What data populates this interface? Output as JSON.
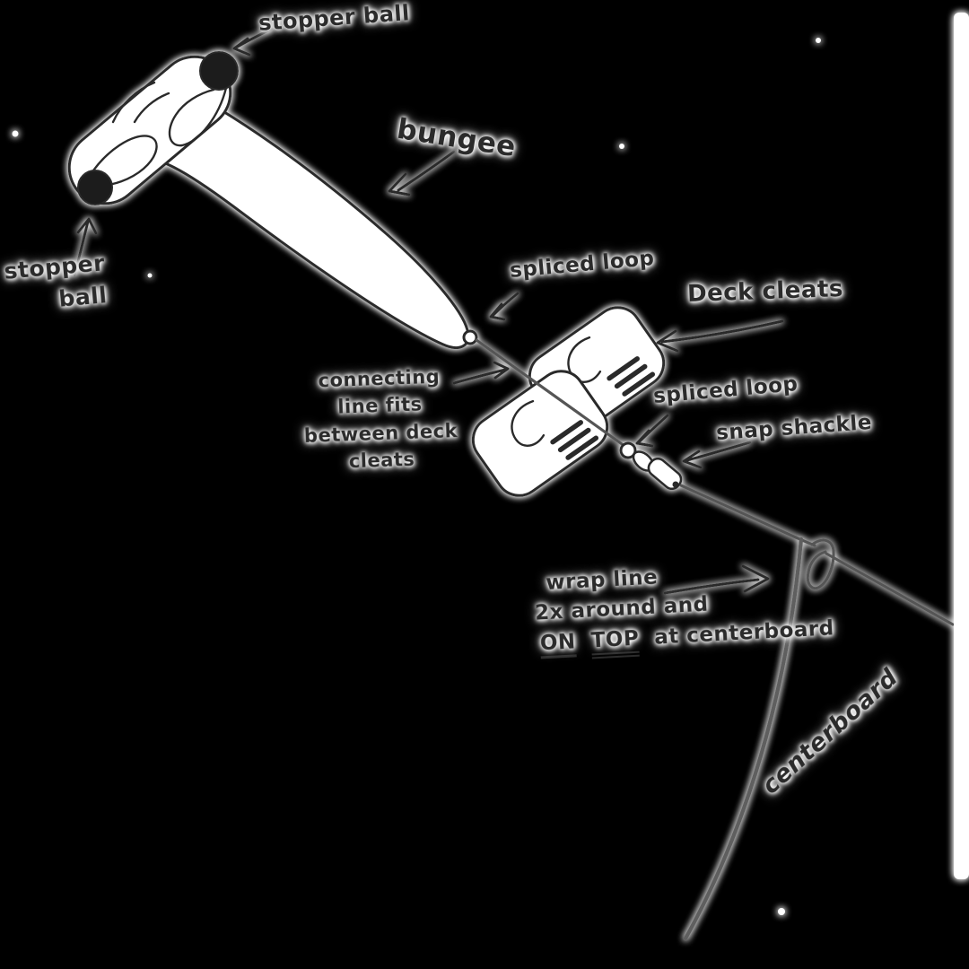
{
  "diagram": {
    "colors": {
      "background": "#000000",
      "ink": "#2b2b2b",
      "paper": "#ffffff",
      "rope": "#555555",
      "ball": "#1b1b1b"
    },
    "labels": {
      "stopper_ball_top": "stopper ball",
      "stopper_ball_left": {
        "line1": "stopper",
        "line2": "ball"
      },
      "bungee": "bungee",
      "spliced_loop_1": "spliced loop",
      "deck_cleats": "Deck cleats",
      "connecting_note": {
        "line1": "connecting",
        "line2": "line fits",
        "line3": "between deck",
        "line4": "cleats"
      },
      "spliced_loop_2": "spliced loop",
      "snap_shackle": "snap shackle",
      "wrap_note": {
        "line1": "wrap line",
        "line2": "2x around and",
        "line3_on": "ON",
        "line3_top": "TOP",
        "line3_rest": "at centerboard"
      },
      "centerboard": "centerboard"
    }
  }
}
